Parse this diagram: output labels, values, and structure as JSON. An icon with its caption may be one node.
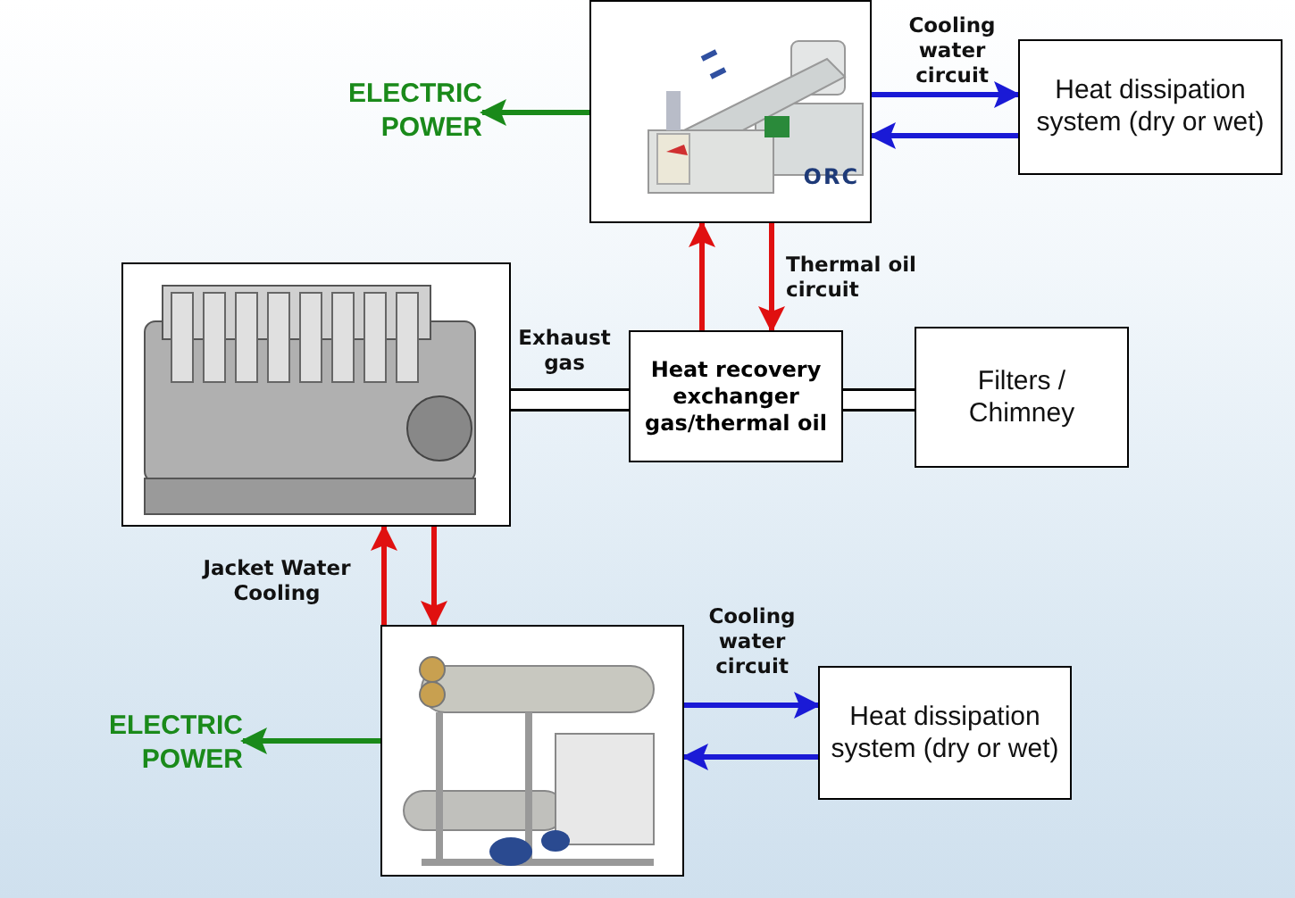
{
  "diagram": {
    "nodes": [
      {
        "text": [
          "ORC"
        ]
      },
      {
        "text": [
          "Heat dissipation system (dry or wet)"
        ]
      },
      {
        "text": [
          "ELECTRIC POWER"
        ]
      },
      {
        "text": [],
        "shape": "picture"
      },
      {
        "text": [
          "Heat recovery exchanger gas/thermal oil"
        ]
      },
      {
        "text": [
          "Filters / Chimney"
        ]
      },
      {
        "text": [],
        "shape": "picture"
      },
      {
        "text": [
          "ELECTRIC POWER"
        ]
      },
      {
        "text": [
          "Heat dissipation system (dry or wet)"
        ]
      }
    ],
    "edges": [
      {
        "from": 0,
        "to": 1,
        "arrow": "to",
        "color": "#1a1ad6",
        "label": "Cooling water circuit"
      },
      {
        "from": 1,
        "to": 0,
        "arrow": "to",
        "color": "#1a1ad6"
      },
      {
        "from": 0,
        "to": 2,
        "arrow": "to",
        "color": "#1a8a1a"
      },
      {
        "from": 4,
        "to": 0,
        "arrow": "to",
        "color": "#e01010"
      },
      {
        "from": 0,
        "to": 4,
        "arrow": "to",
        "color": "#e01010",
        "label": "Thermal oil circuit"
      },
      {
        "from": 3,
        "to": 4,
        "arrow": "none",
        "color": "#000000",
        "style": "thick",
        "label": "Exhaust gas"
      },
      {
        "from": 4,
        "to": 5,
        "arrow": "none",
        "color": "#000000",
        "style": "thick"
      },
      {
        "from": 6,
        "to": 3,
        "arrow": "to",
        "color": "#e01010",
        "label": "Jacket Water Cooling"
      },
      {
        "from": 3,
        "to": 6,
        "arrow": "to",
        "color": "#e01010"
      },
      {
        "from": 6,
        "to": 7,
        "arrow": "to",
        "color": "#1a8a1a"
      },
      {
        "from": 6,
        "to": 8,
        "arrow": "to",
        "color": "#1a1ad6",
        "label": "Cooling water circuit"
      },
      {
        "from": 8,
        "to": 6,
        "arrow": "to",
        "color": "#1a1ad6"
      }
    ]
  }
}
